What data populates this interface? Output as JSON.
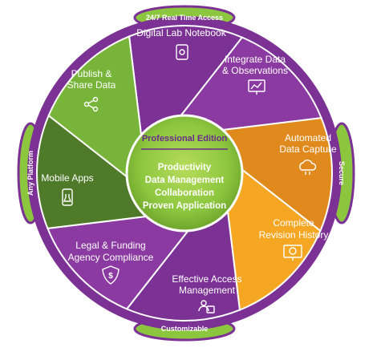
{
  "ring_labels": {
    "top": "24/7 Real Time Access",
    "left": "Any Platform",
    "right": "Secure",
    "bottom": "Customizable"
  },
  "center": {
    "title": "Professional Edition",
    "items": [
      "Productivity",
      "Data Management",
      "Collaboration",
      "Proven Application"
    ]
  },
  "segments": [
    {
      "lines": [
        "Digital Lab Notebook"
      ],
      "color": "#7b3294",
      "icon": "tablet-icon"
    },
    {
      "lines": [
        "Integrate Data",
        "& Observations"
      ],
      "color": "#8a3aa0",
      "icon": "monitor-chart-icon"
    },
    {
      "lines": [
        "Automated",
        "Data Capture"
      ],
      "color": "#e08a1e",
      "icon": "cloud-sync-icon"
    },
    {
      "lines": [
        "Complete",
        "Revision History"
      ],
      "color": "#f5a623",
      "icon": "history-monitor-icon"
    },
    {
      "lines": [
        "Effective Access",
        "Management"
      ],
      "color": "#7b3294",
      "icon": "users-lock-icon"
    },
    {
      "lines": [
        "Legal & Funding",
        "Agency Compliance"
      ],
      "color": "#8a3aa0",
      "icon": "shield-dollar-icon"
    },
    {
      "lines": [
        "Mobile Apps"
      ],
      "color": "#4f7a2a",
      "icon": "mobile-flask-icon"
    },
    {
      "lines": [
        "Publish &",
        "Share Data"
      ],
      "color": "#78b43a",
      "icon": "share-icon"
    }
  ],
  "colors": {
    "outer_ring": "#7b3294",
    "ring_tabs": "#8cc63f",
    "center_fill": "#8cc63f"
  }
}
